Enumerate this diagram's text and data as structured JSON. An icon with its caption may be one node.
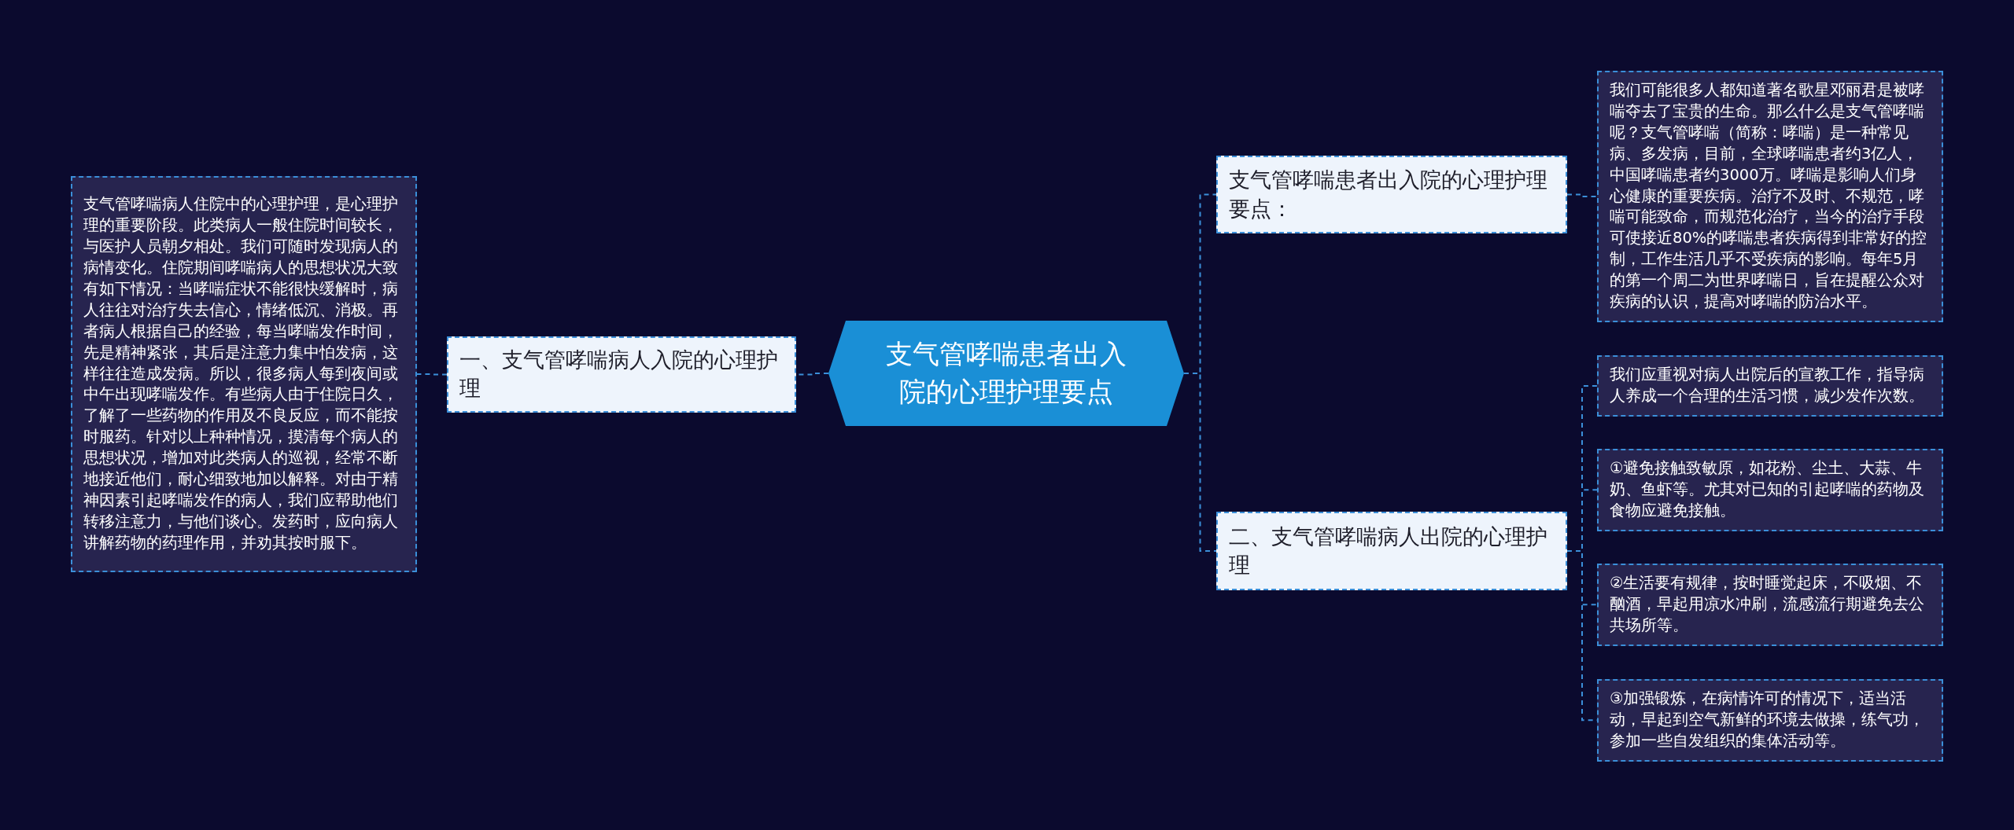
{
  "diagram": {
    "nodes": [
      {
        "text": [
          "支气管哮喘患者出入院的心理护理要点"
        ]
      },
      {
        "text": [
          "一、支气管哮喘病人入院的心理护理"
        ]
      },
      {
        "text": [
          "支气管哮喘病人住院中的心理护理，是心理护理的重要阶段。此类病人一般住院时间较长，与医护人员朝夕相处。我们可随时发现病人的病情变化。住院期间哮喘病人的思想状况大致有如下情况：当哮喘症状不能很快缓解时，病人往往对治疗失去信心，情绪低沉、消极。再者病人根据自己的经验，每当哮喘发作时间，先是精神紧张，其后是注意力集中怕发病，这样往往造成发病。所以，很多病人每到夜间或中午出现哮喘发作。有些病人由于住院日久，了解了一些药物的作用及不良反应，而不能按时服药。针对以上种种情况，摸清每个病人的思想状况，增加对此类病人的巡视，经常不断地接近他们，耐心细致地加以解释。对由于精神因素引起哮喘发作的病人，我们应帮助他们转移注意力，与他们谈心。发药时，应向病人讲解药物的药理作用，并劝其按时服下。"
        ]
      },
      {
        "text": [
          "支气管哮喘患者出入院的心理护理要点："
        ]
      },
      {
        "text": [
          "我们可能很多人都知道著名歌星邓丽君是被哮喘夺去了宝贵的生命。那么什么是支气管哮喘呢？支气管哮喘（简称：哮喘）是一种常见病、多发病，目前，全球哮喘患者约3亿人，中国哮喘患者约3000万。哮喘是影响人们身心健康的重要疾病。治疗不及时、不规范，哮喘可能致命，而规范化治疗，当今的治疗手段可使接近80%的哮喘患者疾病得到非常好的控制，工作生活几乎不受疾病的影响。每年5月的第一个周二为世界哮喘日，旨在提醒公众对疾病的认识，提高对哮喘的防治水平。"
        ]
      },
      {
        "text": [
          "二、支气管哮喘病人出院的心理护理"
        ]
      },
      {
        "text": [
          "我们应重视对病人出院后的宣教工作，指导病人养成一个合理的生活习惯，减少发作次数。"
        ]
      },
      {
        "text": [
          "①避免接触致敏原，如花粉、尘土、大蒜、牛奶、鱼虾等。尤其对已知的引起哮喘的药物及食物应避免接触。"
        ]
      },
      {
        "text": [
          "②生活要有规律，按时睡觉起床，不吸烟、不酗酒，早起用凉水冲刷，流感流行期避免去公共场所等。"
        ]
      },
      {
        "text": [
          "③加强锻炼，在病情许可的情况下，适当活动，早起到空气新鲜的环境去做操，练气功，参加一些自发组织的集体活动等。"
        ]
      }
    ],
    "edges": [
      {
        "from": 0,
        "to": 1,
        "arrow": "none"
      },
      {
        "from": 1,
        "to": 2,
        "arrow": "none"
      },
      {
        "from": 0,
        "to": 3,
        "arrow": "none"
      },
      {
        "from": 3,
        "to": 4,
        "arrow": "none"
      },
      {
        "from": 0,
        "to": 5,
        "arrow": "none"
      },
      {
        "from": 5,
        "to": 6,
        "arrow": "none"
      },
      {
        "from": 5,
        "to": 7,
        "arrow": "none"
      },
      {
        "from": 5,
        "to": 8,
        "arrow": "none"
      },
      {
        "from": 5,
        "to": 9,
        "arrow": "none"
      }
    ]
  }
}
